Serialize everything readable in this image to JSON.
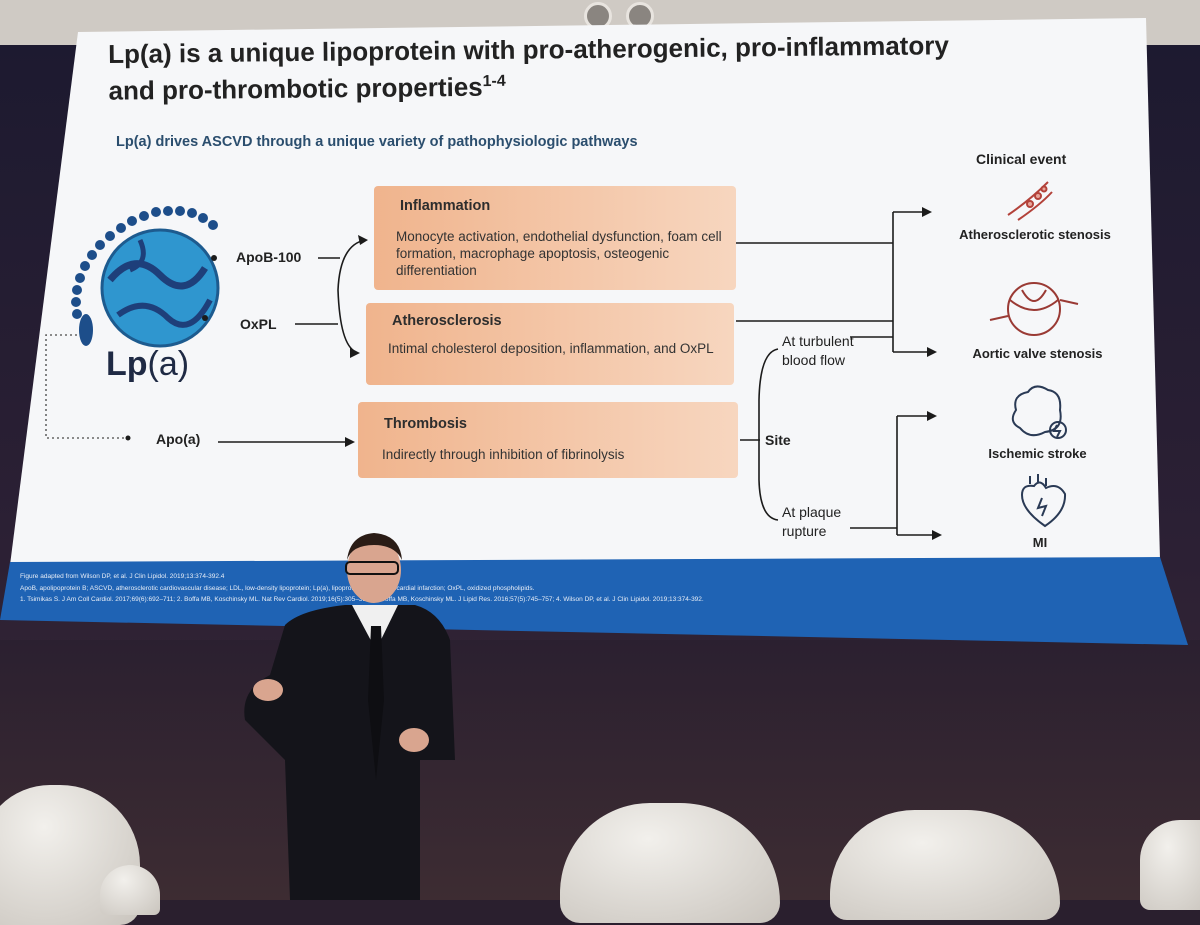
{
  "slide": {
    "title_line1": "Lp(a) is a unique lipoprotein with pro-atherogenic, pro-inflammatory",
    "title_line2": "and pro-thrombotic properties",
    "title_sup": "1-4",
    "subtitle": "Lp(a) drives ASCVD through a unique variety of pathophysiologic pathways",
    "clinical_event_header": "Clinical event",
    "logo_lp": "Lp",
    "logo_a": "(a)",
    "components": {
      "apob": "ApoB-100",
      "oxpl": "OxPL",
      "apoa": "Apo(a)"
    },
    "pathways": [
      {
        "title": "Inflammation",
        "text": "Monocyte activation, endothelial dysfunction, foam cell formation, macrophage apoptosis, osteogenic differentiation"
      },
      {
        "title": "Atherosclerosis",
        "text": "Intimal cholesterol deposition, inflammation, and OxPL"
      },
      {
        "title": "Thrombosis",
        "text": "Indirectly through inhibition of fibrinolysis"
      }
    ],
    "site": {
      "label": "Site",
      "turbulent": "At turbulent blood flow",
      "plaque": "At plaque rupture"
    },
    "events": [
      {
        "label": "Atherosclerotic stenosis",
        "icon": "artery-icon"
      },
      {
        "label": "Aortic valve stenosis",
        "icon": "valve-icon"
      },
      {
        "label": "Ischemic stroke",
        "icon": "brain-icon"
      },
      {
        "label": "MI",
        "icon": "heart-icon"
      }
    ],
    "footnotes": {
      "line1": "Figure adapted from Wilson DP, et al. J Clin Lipidol. 2019;13:374-392.4",
      "line2": "ApoB, apolipoprotein B; ASCVD, atherosclerotic cardiovascular disease; LDL, low-density lipoprotein; Lp(a), lipoprotein(a); MI, myocardial infarction; OxPL, oxidized phospholipids.",
      "line3": "1. Tsimikas S. J Am Coll Cardiol. 2017;69(6):692–711; 2. Boffa MB, Koschinsky ML. Nat Rev Cardiol. 2019;16(5):305–318; 3. Boffa MB, Koschinsky ML. J Lipid Res. 2016;57(5):745–757; 4. Wilson DP, et al. J Clin Lipidol. 2019;13:374-392."
    },
    "colors": {
      "box_orange": "#f0b48d",
      "brand_blue": "#1f63b4",
      "title_blue": "#2b4e6e"
    }
  }
}
